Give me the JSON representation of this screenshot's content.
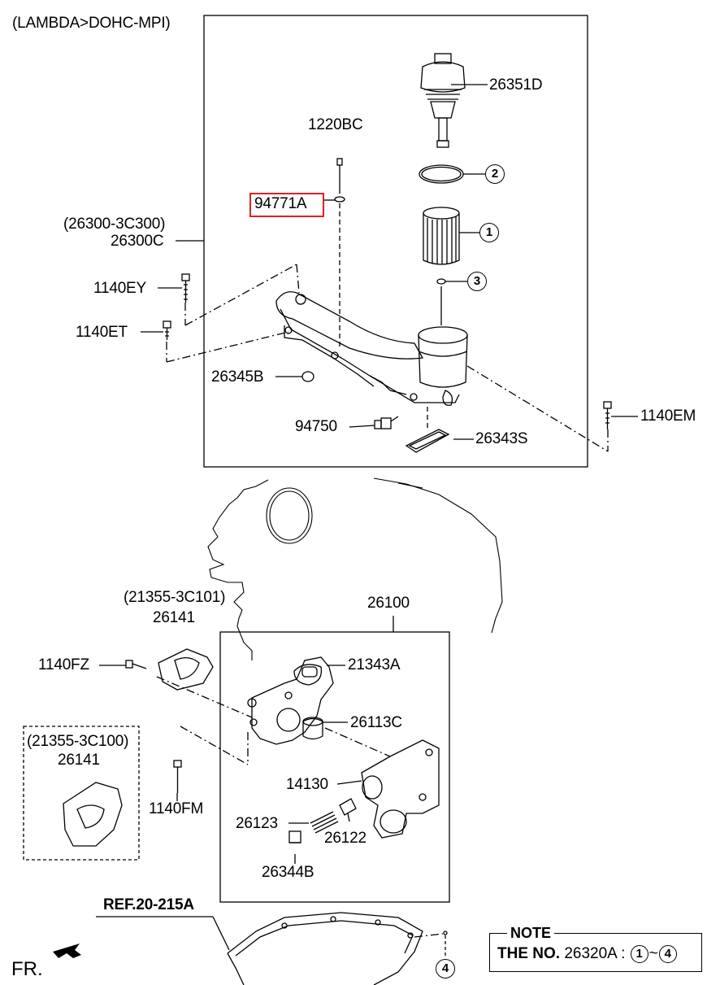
{
  "header": {
    "engine_spec": "(LAMBDA>DOHC-MPI)"
  },
  "parts": {
    "p26351D": "26351D",
    "p1220BC": "1220BC",
    "p94771A": "94771A",
    "p26300_ref": "(26300-3C300)",
    "p26300C": "26300C",
    "p1140EY": "1140EY",
    "p1140ET": "1140ET",
    "p26345B": "26345B",
    "p94750": "94750",
    "p26343S": "26343S",
    "p1140EM": "1140EM",
    "p26100": "26100",
    "p21355_ref_a": "(21355-3C101)",
    "p26141_a": "26141",
    "p1140FZ": "1140FZ",
    "p21343A": "21343A",
    "p26113C": "26113C",
    "p21355_ref_b": "(21355-3C100)",
    "p26141_b": "26141",
    "p14130": "14130",
    "p1140FM": "1140FM",
    "p26123": "26123",
    "p26122": "26122",
    "p26344B": "26344B",
    "ref": "REF.20-215A"
  },
  "callouts": {
    "c1": "1",
    "c2": "2",
    "c3": "3",
    "c4": "4"
  },
  "note": {
    "title": "NOTE",
    "prefix": "THE NO.",
    "part": "26320A :",
    "from": "1",
    "tilde": "~",
    "to": "4"
  },
  "direction": {
    "label": "FR."
  },
  "highlight": {
    "color": "#e02020",
    "part": "94771A"
  }
}
